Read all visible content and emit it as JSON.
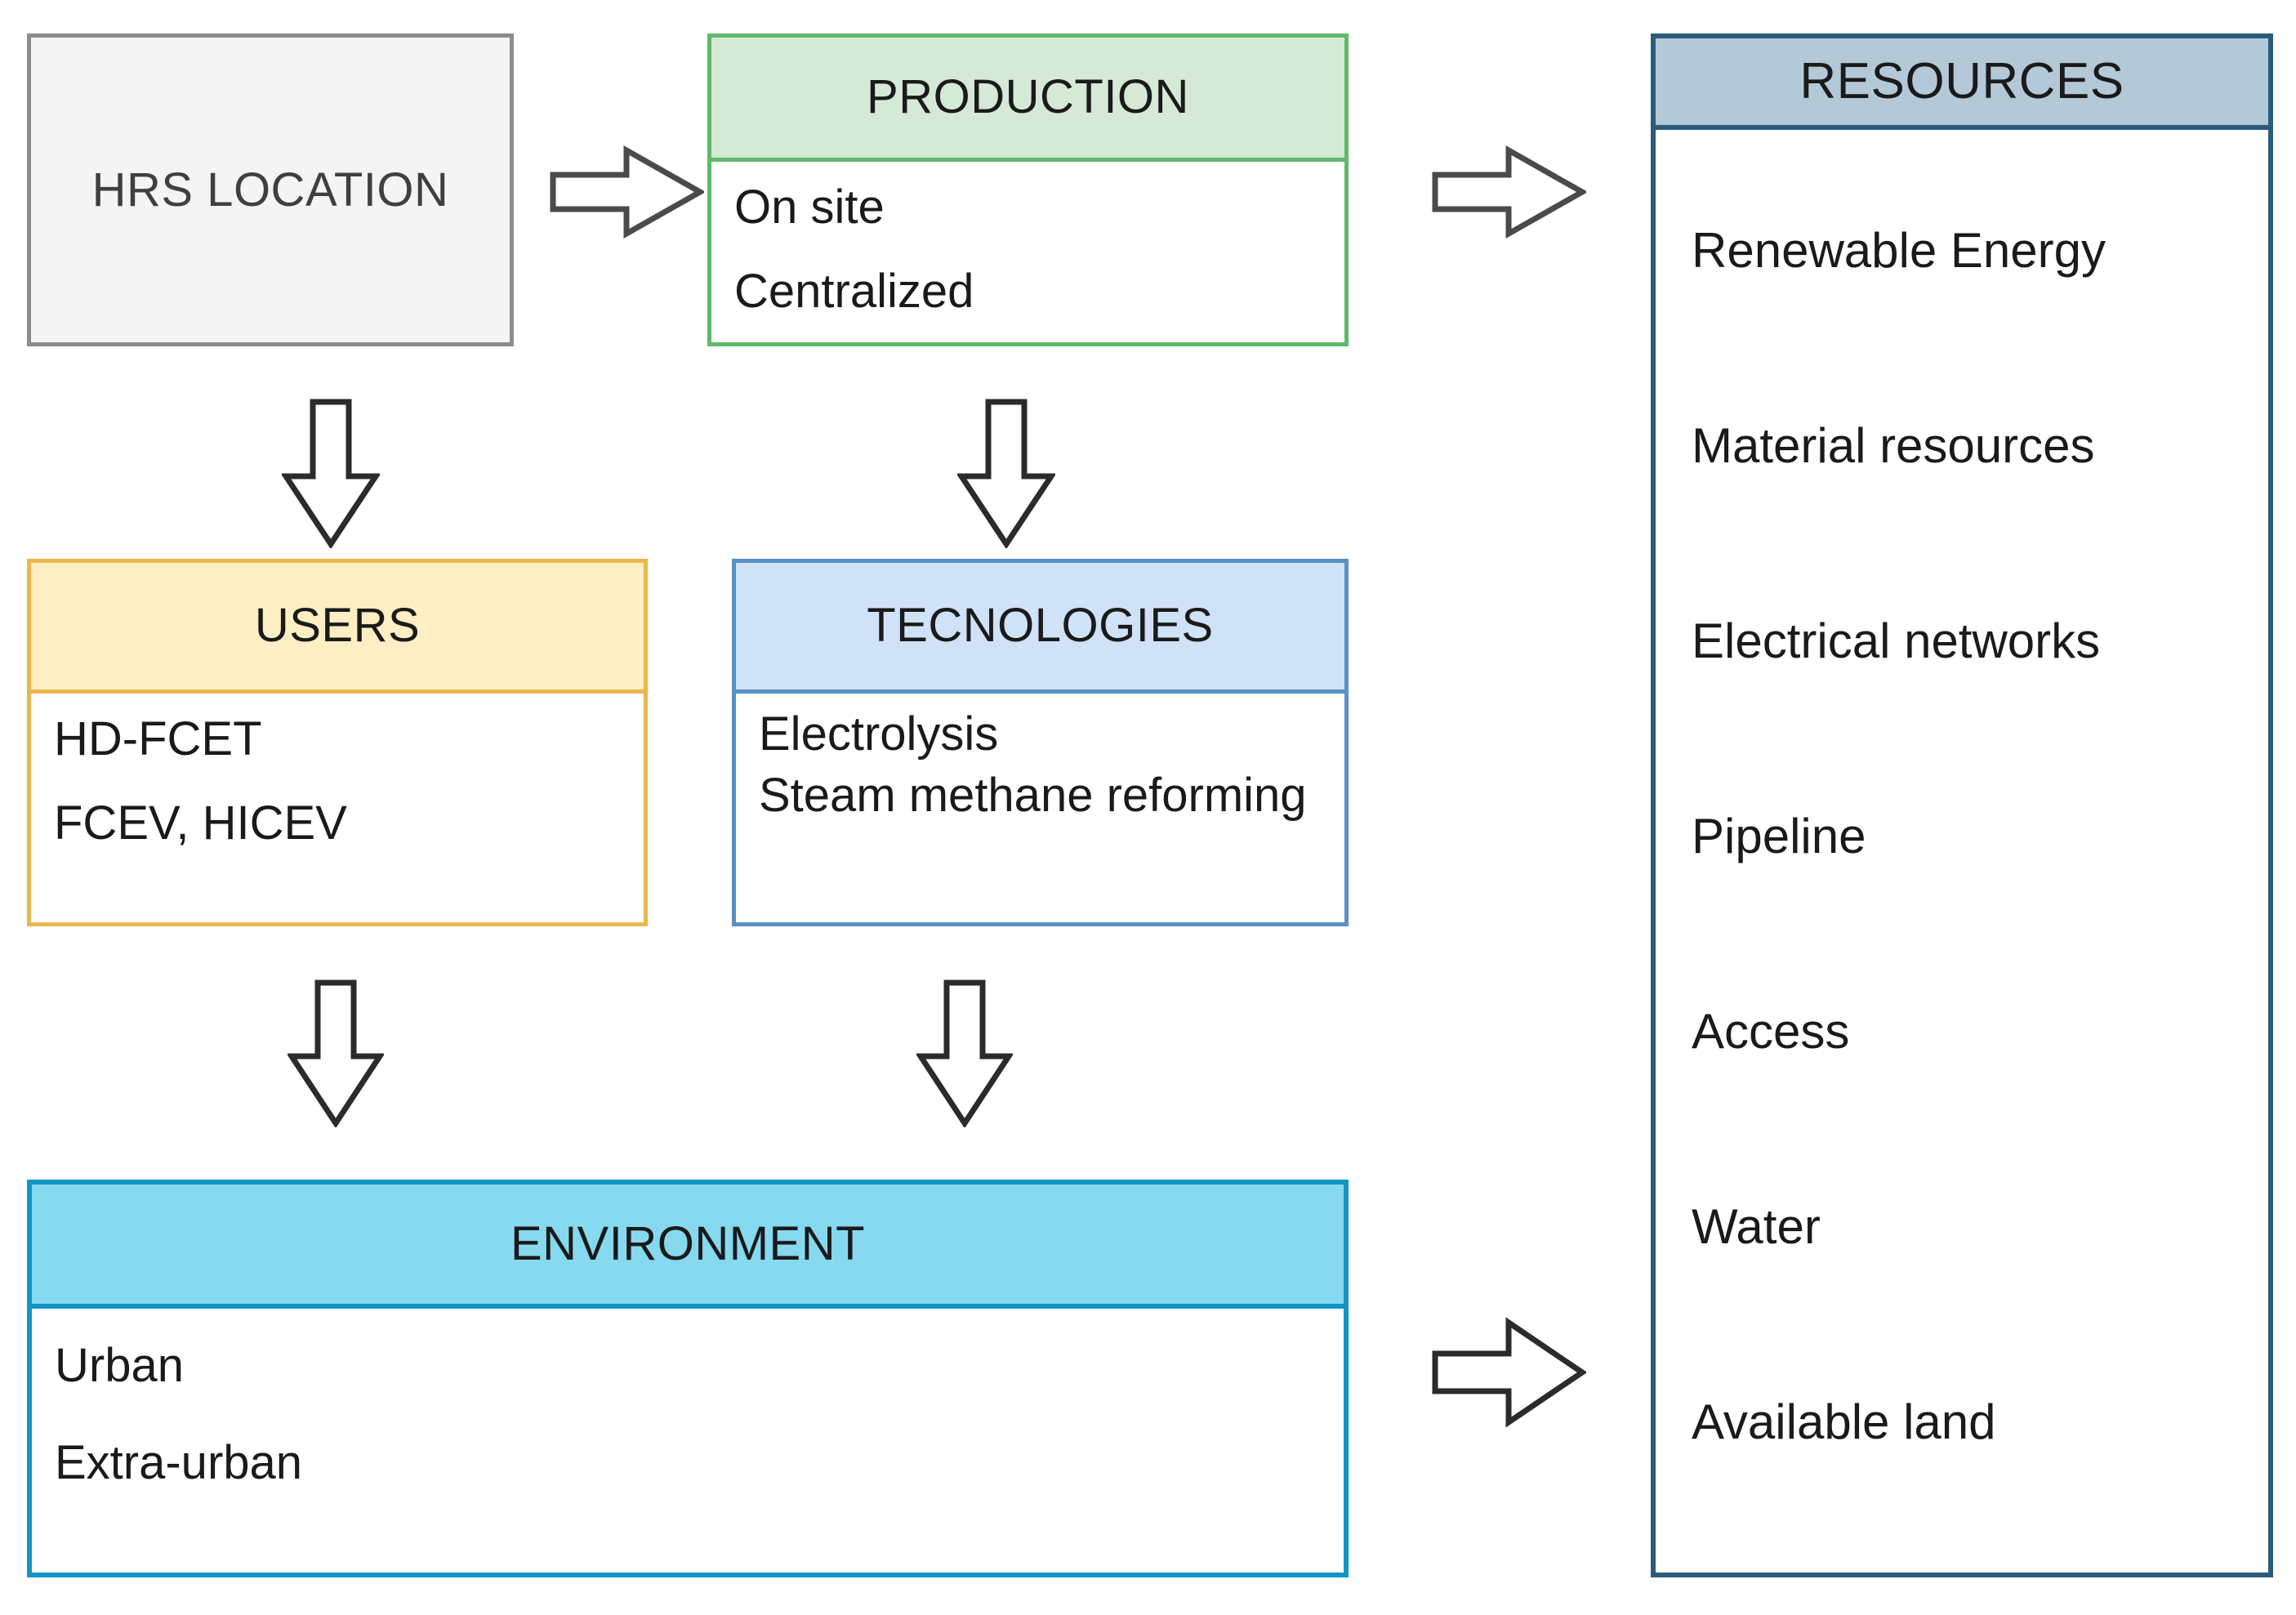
{
  "diagram": {
    "title": "HRS location decision framework",
    "colors": {
      "hrs_border": "#8c8c8c",
      "hrs_fill": "#f4f4f4",
      "production_border": "#5fb96a",
      "production_header_fill": "#d5ead6",
      "users_border": "#e8b84b",
      "users_header_fill": "#fdeec4",
      "tecnologies_border": "#5a8fc4",
      "tecnologies_header_fill": "#cfe2f7",
      "environment_border": "#1195c4",
      "environment_header_fill": "#86d9ef",
      "resources_border": "#2c5b7c",
      "resources_header_fill": "#b3c9d8",
      "arrow_stroke": "#4a4a4a"
    },
    "nodes": {
      "hrs_location": {
        "label": "HRS LOCATION",
        "items": []
      },
      "production": {
        "header": "PRODUCTION",
        "items": [
          "On site",
          "Centralized"
        ]
      },
      "users": {
        "header": "USERS",
        "items": [
          "HD-FCET",
          "FCEV, HICEV"
        ]
      },
      "tecnologies": {
        "header": "TECNOLOGIES",
        "items": [
          "Electrolysis",
          "Steam methane reforming"
        ]
      },
      "environment": {
        "header": "ENVIRONMENT",
        "items": [
          "Urban",
          "Extra-urban"
        ]
      },
      "resources": {
        "header": "RESOURCES",
        "items": [
          "Renewable Energy",
          "Material resources",
          "Electrical networks",
          "Pipeline",
          "Access",
          "Water",
          "Available  land"
        ]
      }
    },
    "arrows": [
      {
        "name": "hrs-to-production",
        "direction": "right"
      },
      {
        "name": "production-to-resources",
        "direction": "right"
      },
      {
        "name": "environment-to-resources",
        "direction": "right"
      },
      {
        "name": "hrs-to-users",
        "direction": "down"
      },
      {
        "name": "production-to-tecnologies",
        "direction": "down"
      },
      {
        "name": "users-to-environment",
        "direction": "down"
      },
      {
        "name": "tecnologies-to-environment",
        "direction": "down"
      }
    ]
  }
}
